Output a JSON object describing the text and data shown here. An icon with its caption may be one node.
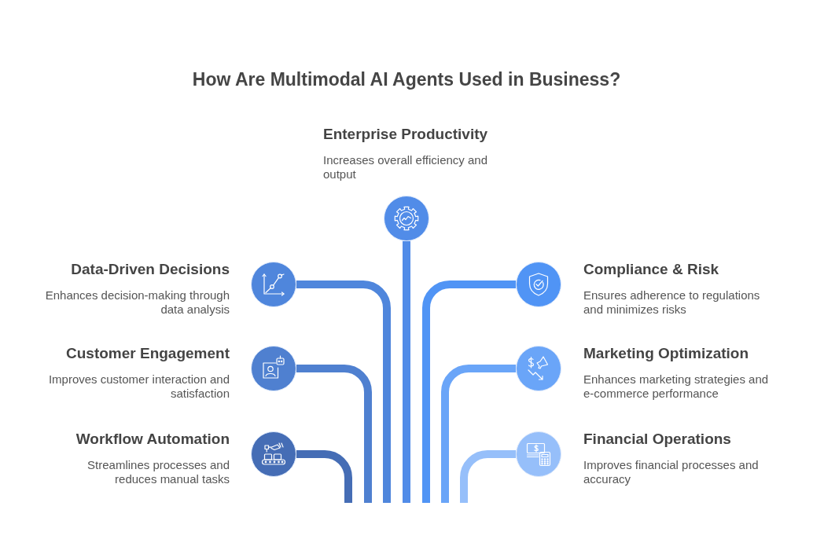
{
  "diagram": {
    "title": "How Are Multimodal AI Agents Used in Business?",
    "nodes": [
      {
        "text": [
          "Enterprise Productivity",
          "Increases overall efficiency and output"
        ]
      },
      {
        "text": [
          "Data-Driven Decisions",
          "Enhances decision-making through data analysis"
        ]
      },
      {
        "text": [
          "Compliance & Risk",
          "Ensures adherence to regulations and minimizes risks"
        ]
      },
      {
        "text": [
          "Customer Engagement",
          "Improves customer interaction and satisfaction"
        ]
      },
      {
        "text": [
          "Marketing Optimization",
          "Enhances marketing strategies and e-commerce performance"
        ]
      },
      {
        "text": [
          "Workflow Automation",
          "Streamlines processes and reduces manual tasks"
        ]
      },
      {
        "text": [
          "Financial Operations",
          "Improves financial processes and accuracy"
        ]
      }
    ],
    "edges": [
      {
        "from": 0,
        "to": null,
        "arrow": "none",
        "color": "#518ce8"
      },
      {
        "from": 1,
        "to": null,
        "arrow": "none",
        "color": "#4f86dc"
      },
      {
        "from": 2,
        "to": null,
        "arrow": "none",
        "color": "#5094f5"
      },
      {
        "from": 3,
        "to": null,
        "arrow": "none",
        "color": "#4f80d0"
      },
      {
        "from": 4,
        "to": null,
        "arrow": "none",
        "color": "#6aa5f8"
      },
      {
        "from": 5,
        "to": null,
        "arrow": "none",
        "color": "#456db5"
      },
      {
        "from": 6,
        "to": null,
        "arrow": "none",
        "color": "#96bffa"
      }
    ]
  }
}
